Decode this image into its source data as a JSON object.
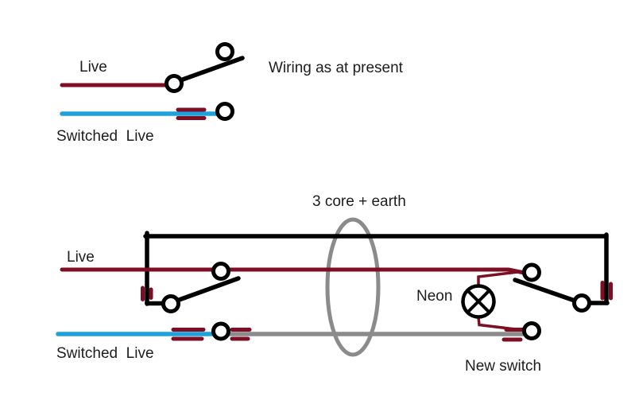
{
  "colors": {
    "wire_live": "#7d0e24",
    "wire_switched": "#1ea2dc",
    "wire_black": "#000000",
    "sheath_gray": "#8b8b8b",
    "text": "#1d1d1d",
    "background": "#ffffff"
  },
  "present": {
    "live_label": "Live",
    "switched_live_label": "Switched  Live",
    "caption": "Wiring as at present"
  },
  "proposed": {
    "cable_label": "3 core + earth",
    "live_label": "Live",
    "switched_live_label": "Switched  Live",
    "neon_label": "Neon",
    "new_switch_label": "New switch"
  }
}
